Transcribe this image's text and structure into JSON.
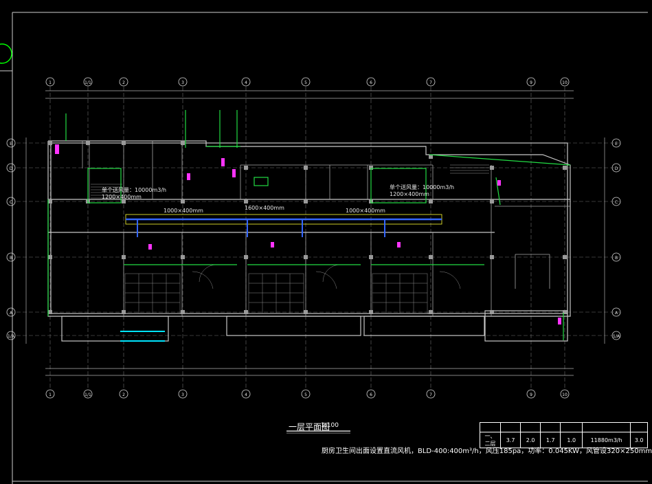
{
  "axes": {
    "horizontal": [
      "1",
      "1/1",
      "2",
      "3",
      "4",
      "5",
      "6",
      "7",
      "9",
      "10"
    ],
    "vertical": [
      "E",
      "D",
      "C",
      "B",
      "A",
      "1/A"
    ]
  },
  "ducts": {
    "left": "1000×400mm",
    "center": "1600×400mm",
    "right": "1000×400mm"
  },
  "ahu_left": {
    "line1": "单个送风量：10000m3/h",
    "line2": "1200×400mm"
  },
  "ahu_right": {
    "line1": "单个送风量：10000m3/h",
    "line2": "1200×400mm"
  },
  "drawing_title": {
    "text": "一层平面图",
    "scale": "1:100"
  },
  "params_table": {
    "row1": [
      "一、二层",
      "3.7",
      "2.0",
      "1.7",
      "1.0",
      "11880m3/h",
      "3.0"
    ]
  },
  "footnote": "厨房卫生间出面设置直流风机，BLD-400:400m³/h，风压185pa，功率：0.045KW，风管设320×250mm"
}
